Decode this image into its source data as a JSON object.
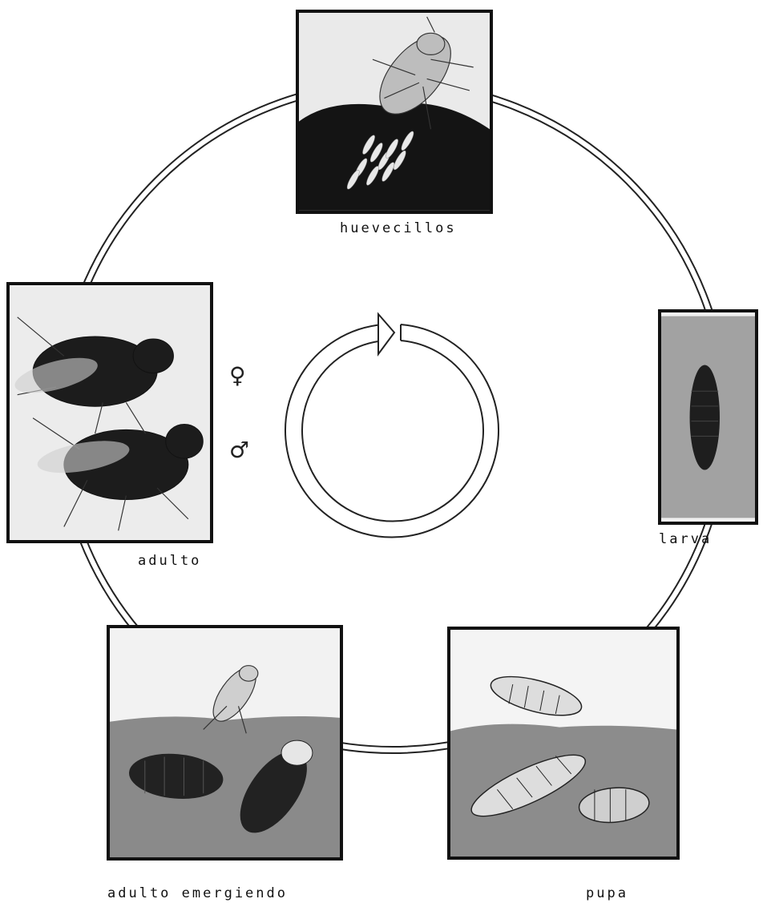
{
  "stages": {
    "eggs": "huevecillos",
    "larva": "larva",
    "pupa": "pupa",
    "emerging": "adulto emergiendo",
    "adult": "adulto"
  },
  "symbols": {
    "female": "♀",
    "male": "♂"
  },
  "colors": {
    "ink": "#111111",
    "soil": "#8c8c8c",
    "paper": "#ffffff"
  }
}
